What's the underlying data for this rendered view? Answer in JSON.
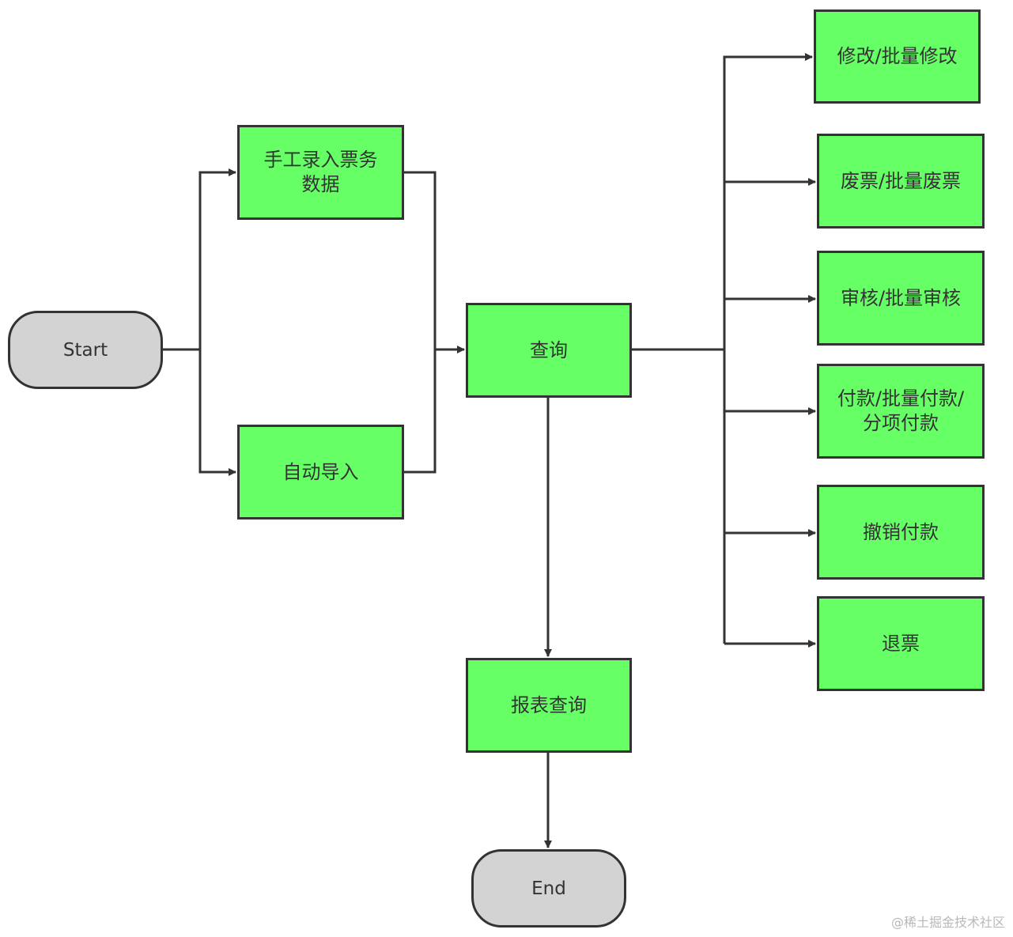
{
  "diagram": {
    "start": "Start",
    "end": "End",
    "manual_entry": "手工录入票务\n数据",
    "auto_import": "自动导入",
    "query": "查询",
    "report_query": "报表查询",
    "actions": [
      "修改/批量修改",
      "废票/批量废票",
      "审核/批量审核",
      "付款/批量付款/\n分项付款",
      "撤销付款",
      "退票"
    ],
    "edges": [
      [
        "Start",
        "手工录入票务数据"
      ],
      [
        "Start",
        "自动导入"
      ],
      [
        "手工录入票务数据",
        "查询"
      ],
      [
        "自动导入",
        "查询"
      ],
      [
        "查询",
        "修改/批量修改"
      ],
      [
        "查询",
        "废票/批量废票"
      ],
      [
        "查询",
        "审核/批量审核"
      ],
      [
        "查询",
        "付款/批量付款/分项付款"
      ],
      [
        "查询",
        "撤销付款"
      ],
      [
        "查询",
        "退票"
      ],
      [
        "查询",
        "报表查询"
      ],
      [
        "报表查询",
        "End"
      ]
    ]
  },
  "colors": {
    "process_fill": "#66ff66",
    "terminal_fill": "#d3d3d3",
    "stroke": "#333333"
  },
  "watermark": "@稀土掘金技术社区"
}
